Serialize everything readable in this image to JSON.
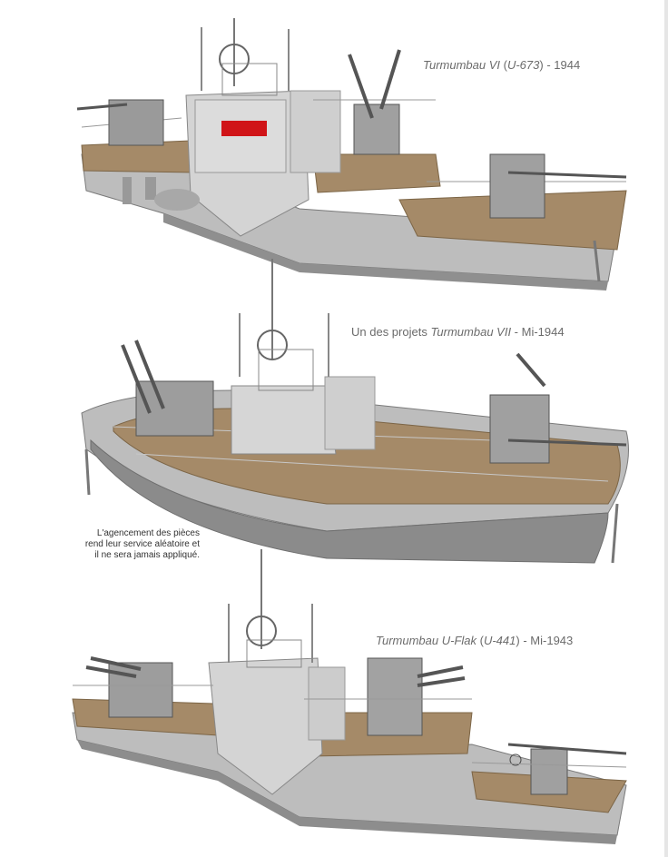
{
  "captions": {
    "top": {
      "name": "Turmumbau VI",
      "paren_open": " (",
      "code": "U-673",
      "paren_close": ")",
      "date": " - 1944"
    },
    "middle": {
      "prefix": "Un des projets ",
      "name": "Turmumbau VII",
      "date": " - Mi-1944"
    },
    "bottom": {
      "name": "Turmumbau U-Flak",
      "paren_open": " (",
      "code": "U-441",
      "paren_close": ")",
      "date": " - Mi-1943"
    }
  },
  "note": {
    "line1": "L'agencement des pièces",
    "line2": "rend leur service aléatoire et",
    "line3": "il ne sera jamais appliqué."
  },
  "colors": {
    "hull_light": "#c9c9c9",
    "hull_dark": "#8c8c8c",
    "deck": "#a58a68",
    "tower": "#d8d8d8",
    "mark_red": "#d01418"
  }
}
